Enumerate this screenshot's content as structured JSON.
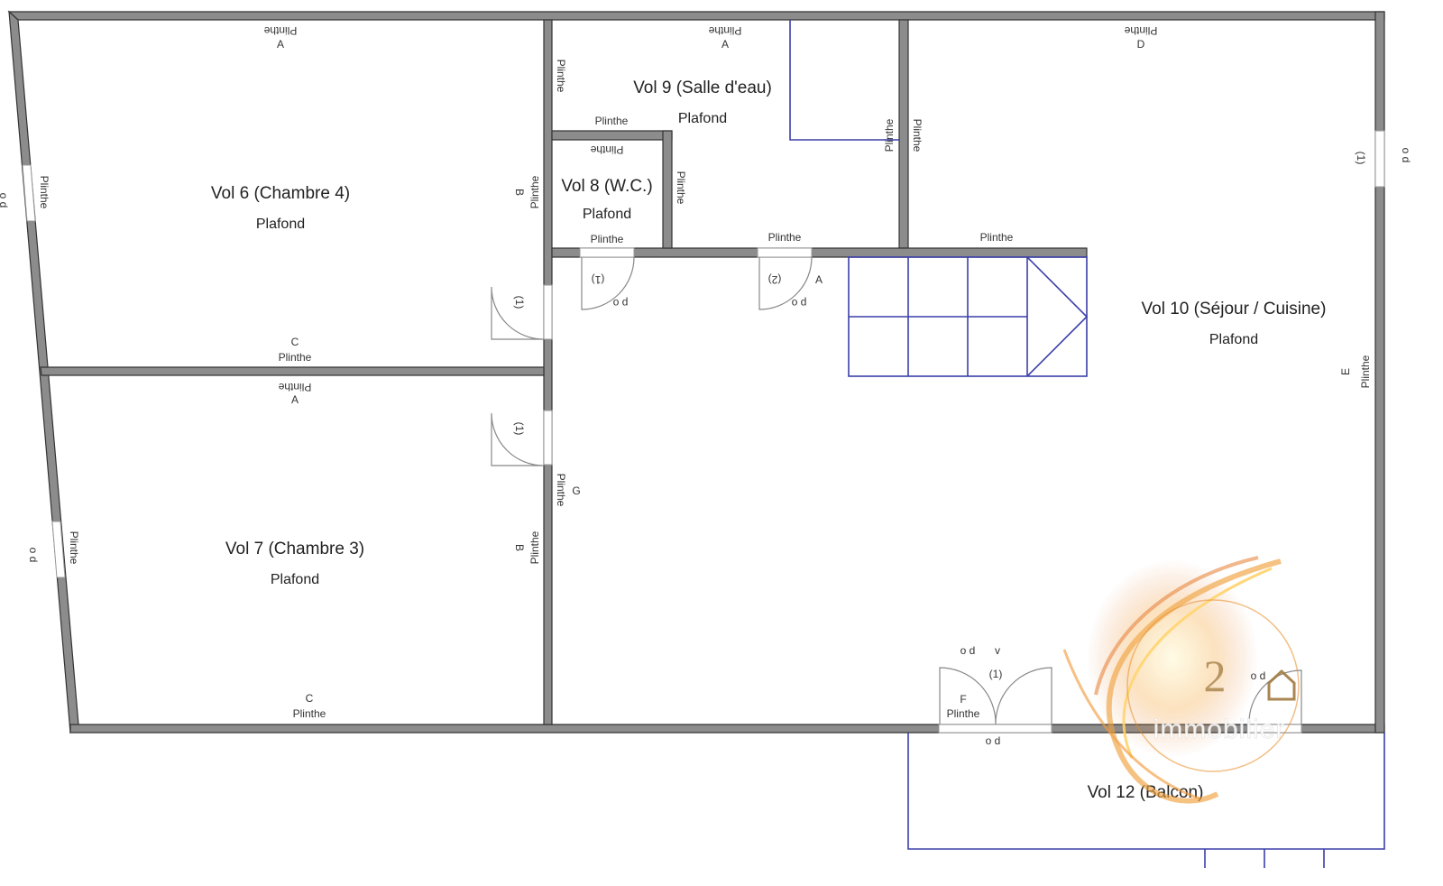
{
  "rooms": {
    "vol6": {
      "name": "Vol 6 (Chambre 4)",
      "ceiling": "Plafond"
    },
    "vol7": {
      "name": "Vol 7 (Chambre 3)",
      "ceiling": "Plafond"
    },
    "vol8": {
      "name": "Vol 8 (W.C.)",
      "ceiling": "Plafond"
    },
    "vol9": {
      "name": "Vol 9 (Salle d'eau)",
      "ceiling": "Plafond"
    },
    "vol10": {
      "name": "Vol 10 (Séjour / Cuisine)",
      "ceiling": "Plafond"
    },
    "vol12": {
      "name": "Vol 12 (Balcon)"
    }
  },
  "labels": {
    "plinthe": "Plinthe",
    "a": "A",
    "b": "B",
    "c": "C",
    "d": "D",
    "e": "E",
    "f": "F",
    "g": "G",
    "od": "o d",
    "po": "p o",
    "pd": "p  o",
    "door1": "(1)",
    "door2": "(2)",
    "v": "v"
  },
  "watermark": {
    "number": "2",
    "word": "immobilier",
    "accent": "#e8891f",
    "gold": "#b08a52"
  },
  "colors": {
    "wall": "#8c8c8c",
    "outline": "#333333",
    "stairs": "#3b3fa8"
  }
}
